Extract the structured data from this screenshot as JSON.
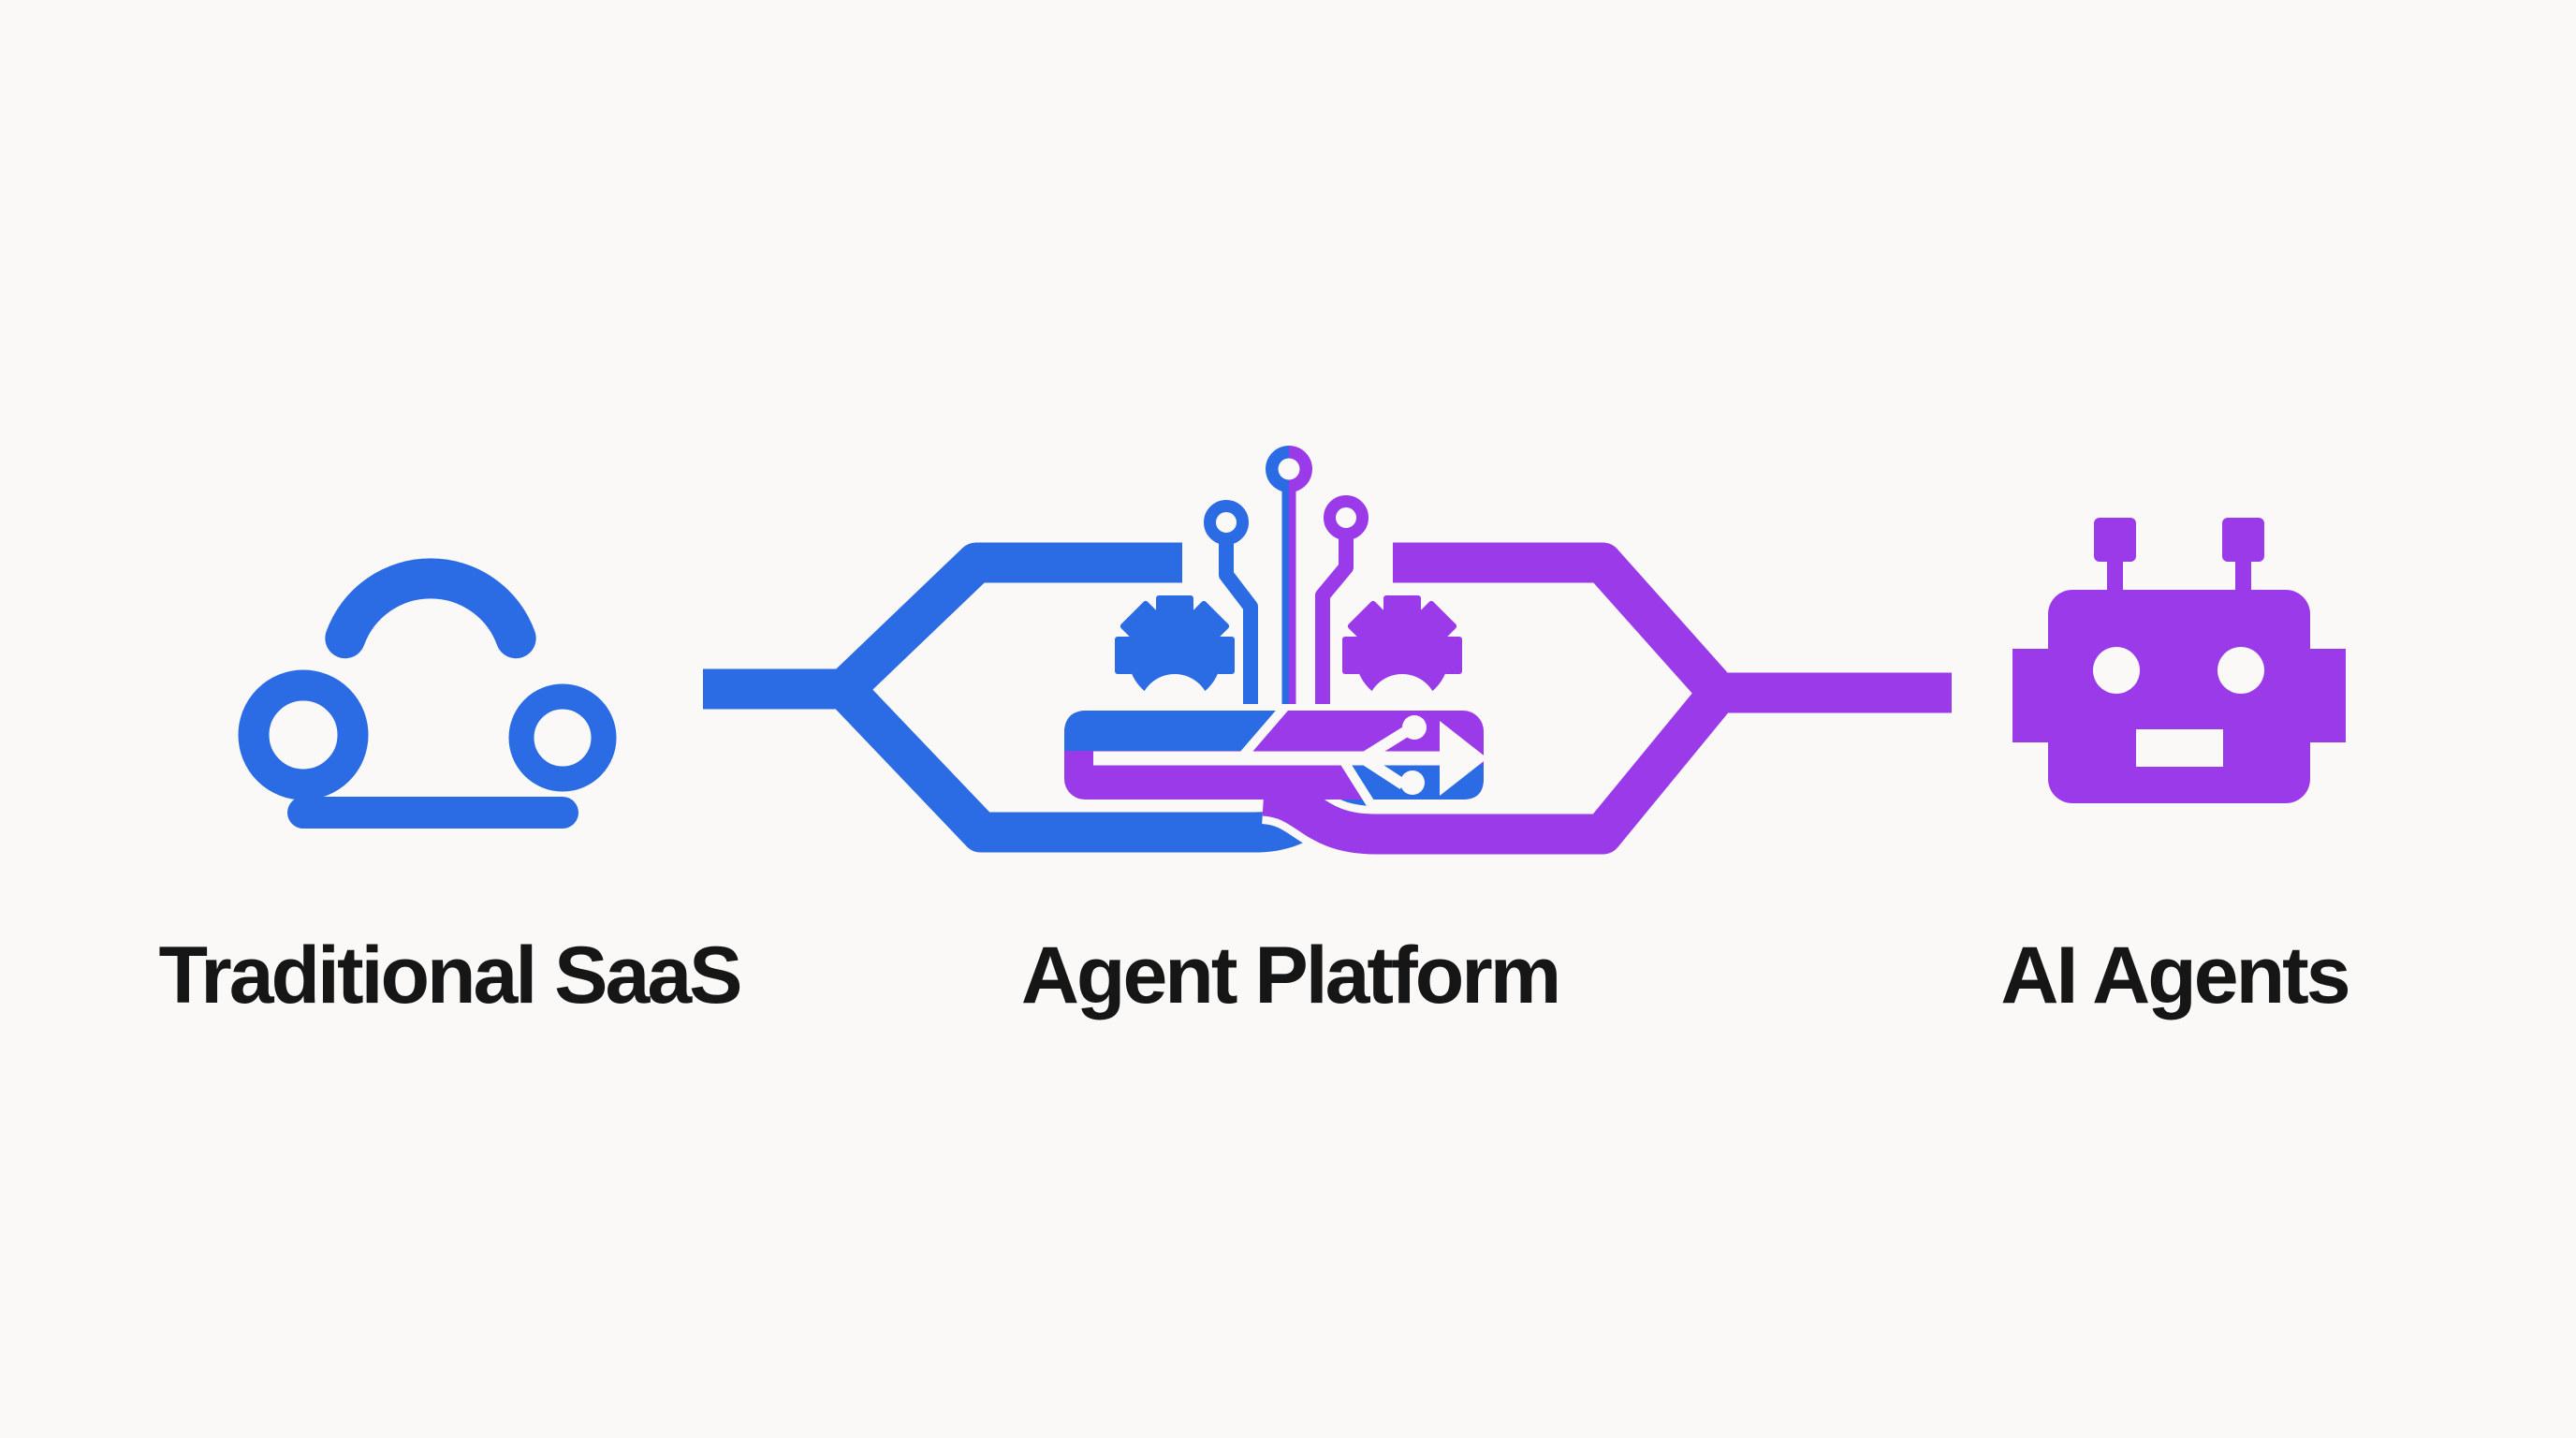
{
  "page": {
    "background": "#faf9f7"
  },
  "colors": {
    "bg": "#faf9f7",
    "blue": "#2b6ce4",
    "purple": "#9a3ae8",
    "label": "#161616",
    "white": "#faf9f7"
  },
  "diagram": {
    "type": "flow",
    "direction": "left-to-right",
    "nodes": [
      {
        "id": "traditional-saas",
        "label": "Traditional SaaS",
        "icon": "cloud-icon",
        "color": "#2b6ce4"
      },
      {
        "id": "agent-platform",
        "label": "Agent Platform",
        "icon": "circuit-hexagon-icon",
        "color_left": "#2b6ce4",
        "color_right": "#9a3ae8"
      },
      {
        "id": "ai-agents",
        "label": "AI Agents",
        "icon": "robot-icon",
        "color": "#9a3ae8"
      }
    ],
    "connectors": [
      {
        "from": "traditional-saas",
        "to": "agent-platform",
        "color": "#2b6ce4"
      },
      {
        "from": "agent-platform",
        "to": "ai-agents",
        "color": "#9a3ae8"
      }
    ]
  }
}
